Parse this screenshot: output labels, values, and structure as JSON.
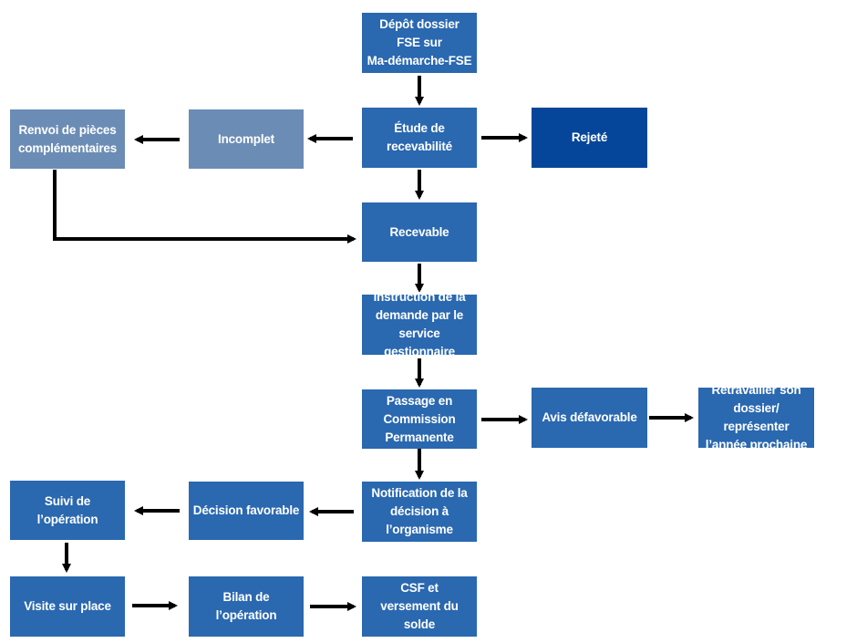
{
  "colors": {
    "box_main": "#2a68b0",
    "box_muted": "#6b8cb5",
    "box_dark": "#06469a",
    "arrow": "#000000"
  },
  "nodes": {
    "depot": "Dépôt dossier\nFSE sur\nMa-démarche-FSE",
    "etude": "Étude de recevabilité",
    "incomplet": "Incomplet",
    "renvoi": "Renvoi de pièces\ncomplémentaires",
    "rejete": "Rejeté",
    "recevable": "Recevable",
    "instruction": "Instruction de la\ndemande par le\nservice gestionnaire",
    "passage": "Passage en\nCommission\nPermanente",
    "avis": "Avis défavorable",
    "retravailler": "Retravailler son\ndossier/ représenter\nl’année prochaine",
    "notification": "Notification de la\ndécision à\nl’organisme",
    "decision": "Décision favorable",
    "suivi": "Suivi de l’opération",
    "visite": "Visite sur place",
    "bilan": "Bilan de l’opération",
    "csf": "CSF et\nversement du solde"
  }
}
